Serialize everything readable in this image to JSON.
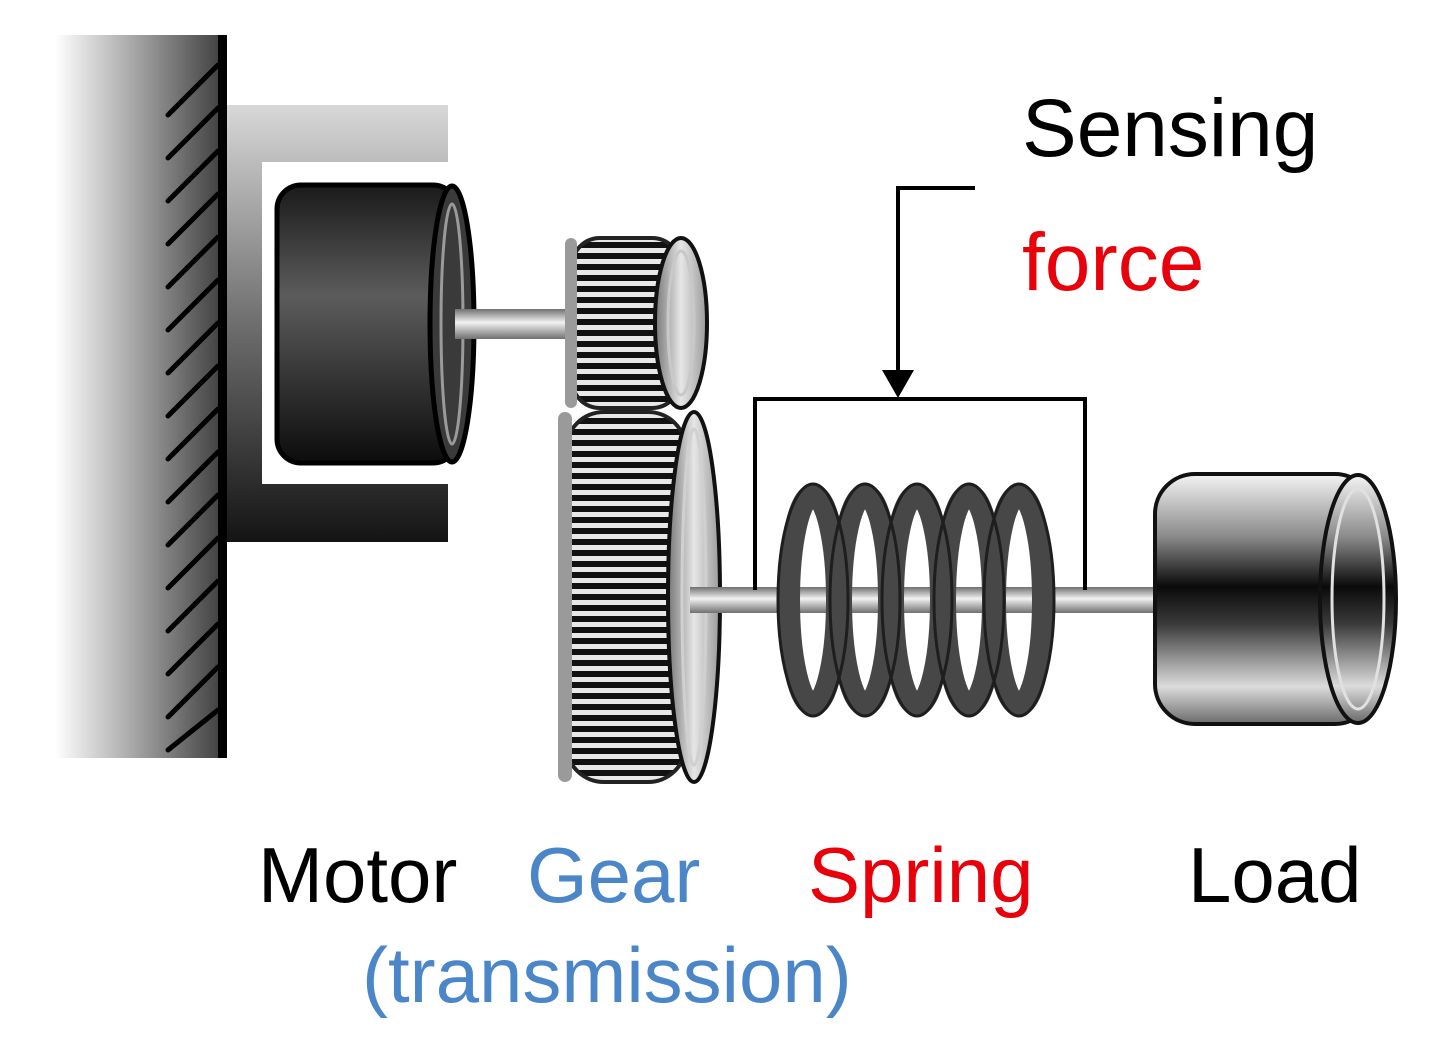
{
  "labels": {
    "sensing": "Sensing",
    "force": "force",
    "motor": "Motor",
    "gear": "Gear",
    "transmission": "(transmission)",
    "spring": "Spring",
    "load": "Load"
  },
  "colors": {
    "black": "#000000",
    "gear_blue": "#4a86c8",
    "red": "#e8000b",
    "spring_dark": "#4a4a4a"
  }
}
